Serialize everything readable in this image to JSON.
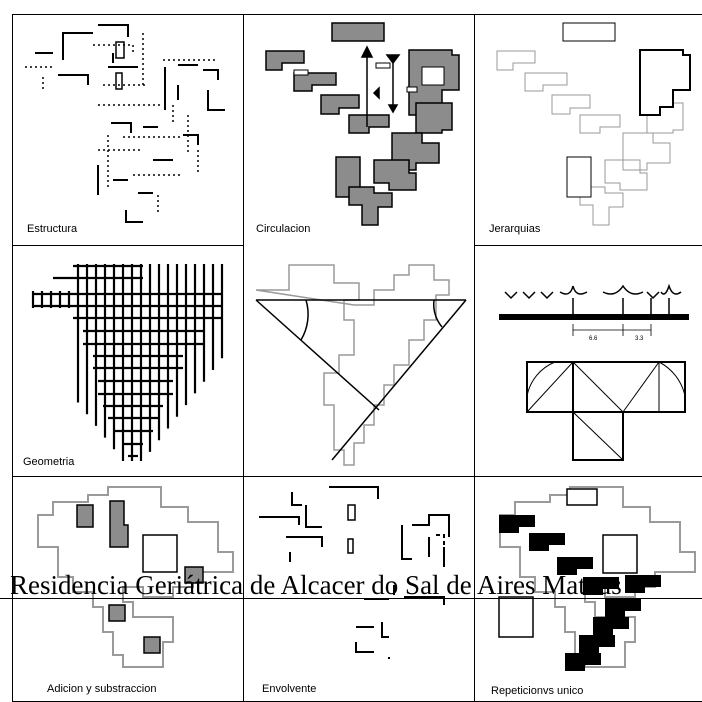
{
  "panels": [
    {
      "label": "Estructura"
    },
    {
      "label": "Circulacion"
    },
    {
      "label": "Jerarquias"
    },
    {
      "label": "Geometria"
    },
    {
      "label": ""
    },
    {
      "label": ""
    },
    {
      "label": "Adicion y substraccion"
    },
    {
      "label": "Envolvente"
    },
    {
      "label": "Repeticionvs unico"
    }
  ],
  "dimensions": {
    "left": "6.6",
    "right": "3.3"
  },
  "banner": {
    "text": "Residencia Geriátrica de Alcacer do Sal de Aires Mateus"
  },
  "colors": {
    "fill_gray": "#8c8c8c",
    "fill_black": "#000000",
    "outline_gray": "#9a9a9a"
  }
}
